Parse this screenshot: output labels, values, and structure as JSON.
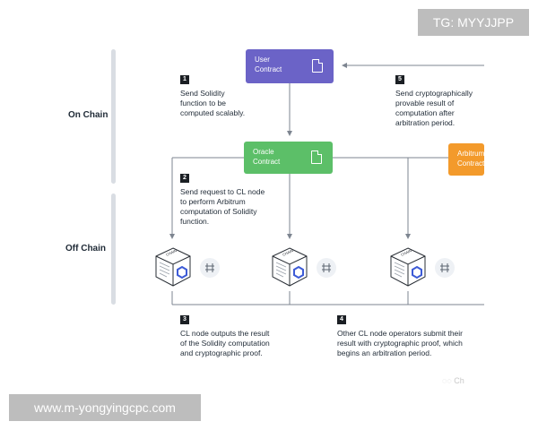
{
  "watermarks": {
    "top": "TG: MYYJJPP",
    "bottom": "www.m-yongyingcpc.com",
    "wechat": "Ch"
  },
  "sections": {
    "on_chain": "On Chain",
    "off_chain": "Off Chain"
  },
  "boxes": {
    "user_contract": "User\nContract",
    "oracle_contract": "Oracle\nContract",
    "arbitrum_contract": "Arbitrum\nContract"
  },
  "steps": [
    {
      "num": "1",
      "text": "Send Solidity\nfunction to be\ncomputed scalably."
    },
    {
      "num": "2",
      "text": "Send request to CL node\nto perform Arbitrum\ncomputation of Solidity\nfunction."
    },
    {
      "num": "3",
      "text": "CL node outputs the result\nof the Solidity computation\nand cryptographic proof."
    },
    {
      "num": "4",
      "text": "Other CL node operators submit their\nresult with cryptographic proof, which\nbegins an arbitration period."
    },
    {
      "num": "5",
      "text": "Send cryptographically\nprovable result of\ncomputation after\narbitration period."
    }
  ],
  "node_label": "CHAIN\nLINK",
  "colors": {
    "user_contract": "#6b63c7",
    "oracle_contract": "#5cbf68",
    "arbitrum_contract": "#f39a2b",
    "line": "#7d8590",
    "node_hex": "#3d5bd6"
  }
}
